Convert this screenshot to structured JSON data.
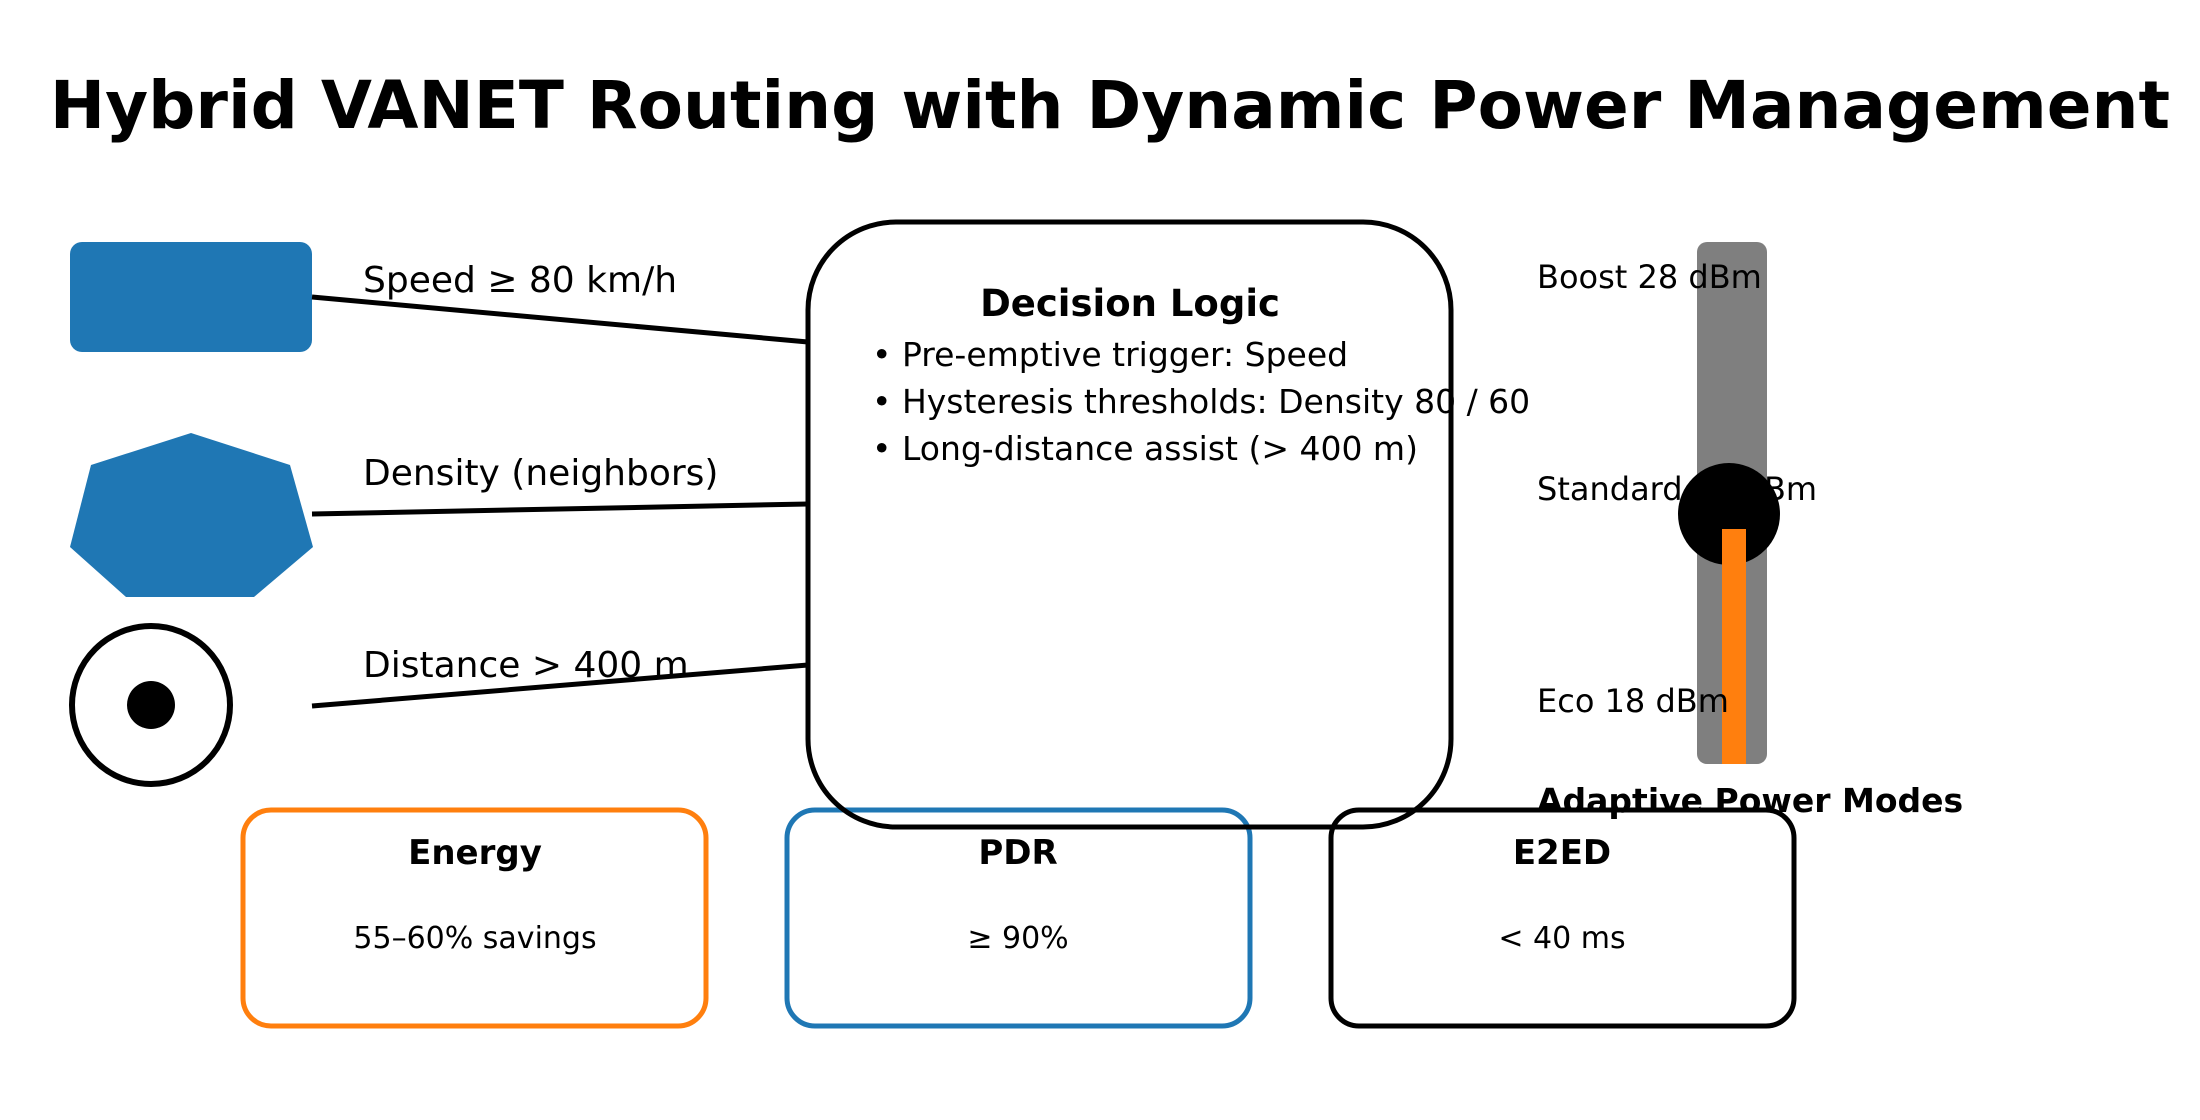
{
  "title": "Hybrid VANET Routing with Dynamic Power Management",
  "inputs": {
    "speed": "Speed ≥ 80 km/h",
    "density": "Density (neighbors)",
    "distance": "Distance > 400 m"
  },
  "decision_logic": {
    "title": "Decision Logic",
    "bullets": [
      "• Pre-emptive trigger: Speed",
      "• Hysteresis thresholds: Density 80 / 60",
      "• Long-distance assist (> 400 m)"
    ]
  },
  "power_modes": {
    "caption": "Adaptive Power Modes",
    "boost": "Boost 28 dBm",
    "standard": "Standard 23 dBm",
    "eco": "Eco 18 dBm",
    "level_fraction": 0.45
  },
  "metrics": [
    {
      "title": "Energy",
      "value": "55–60% savings",
      "color": "#ff7f0e"
    },
    {
      "title": "PDR",
      "value": "≥ 90%",
      "color": "#1f77b4"
    },
    {
      "title": "E2ED",
      "value": "< 40 ms",
      "color": "#000000"
    }
  ],
  "colors": {
    "input_shape": "#1f77b4",
    "slider_track": "#7f7f7f",
    "slider_fill": "#ff7f0e",
    "knob": "#000000"
  }
}
